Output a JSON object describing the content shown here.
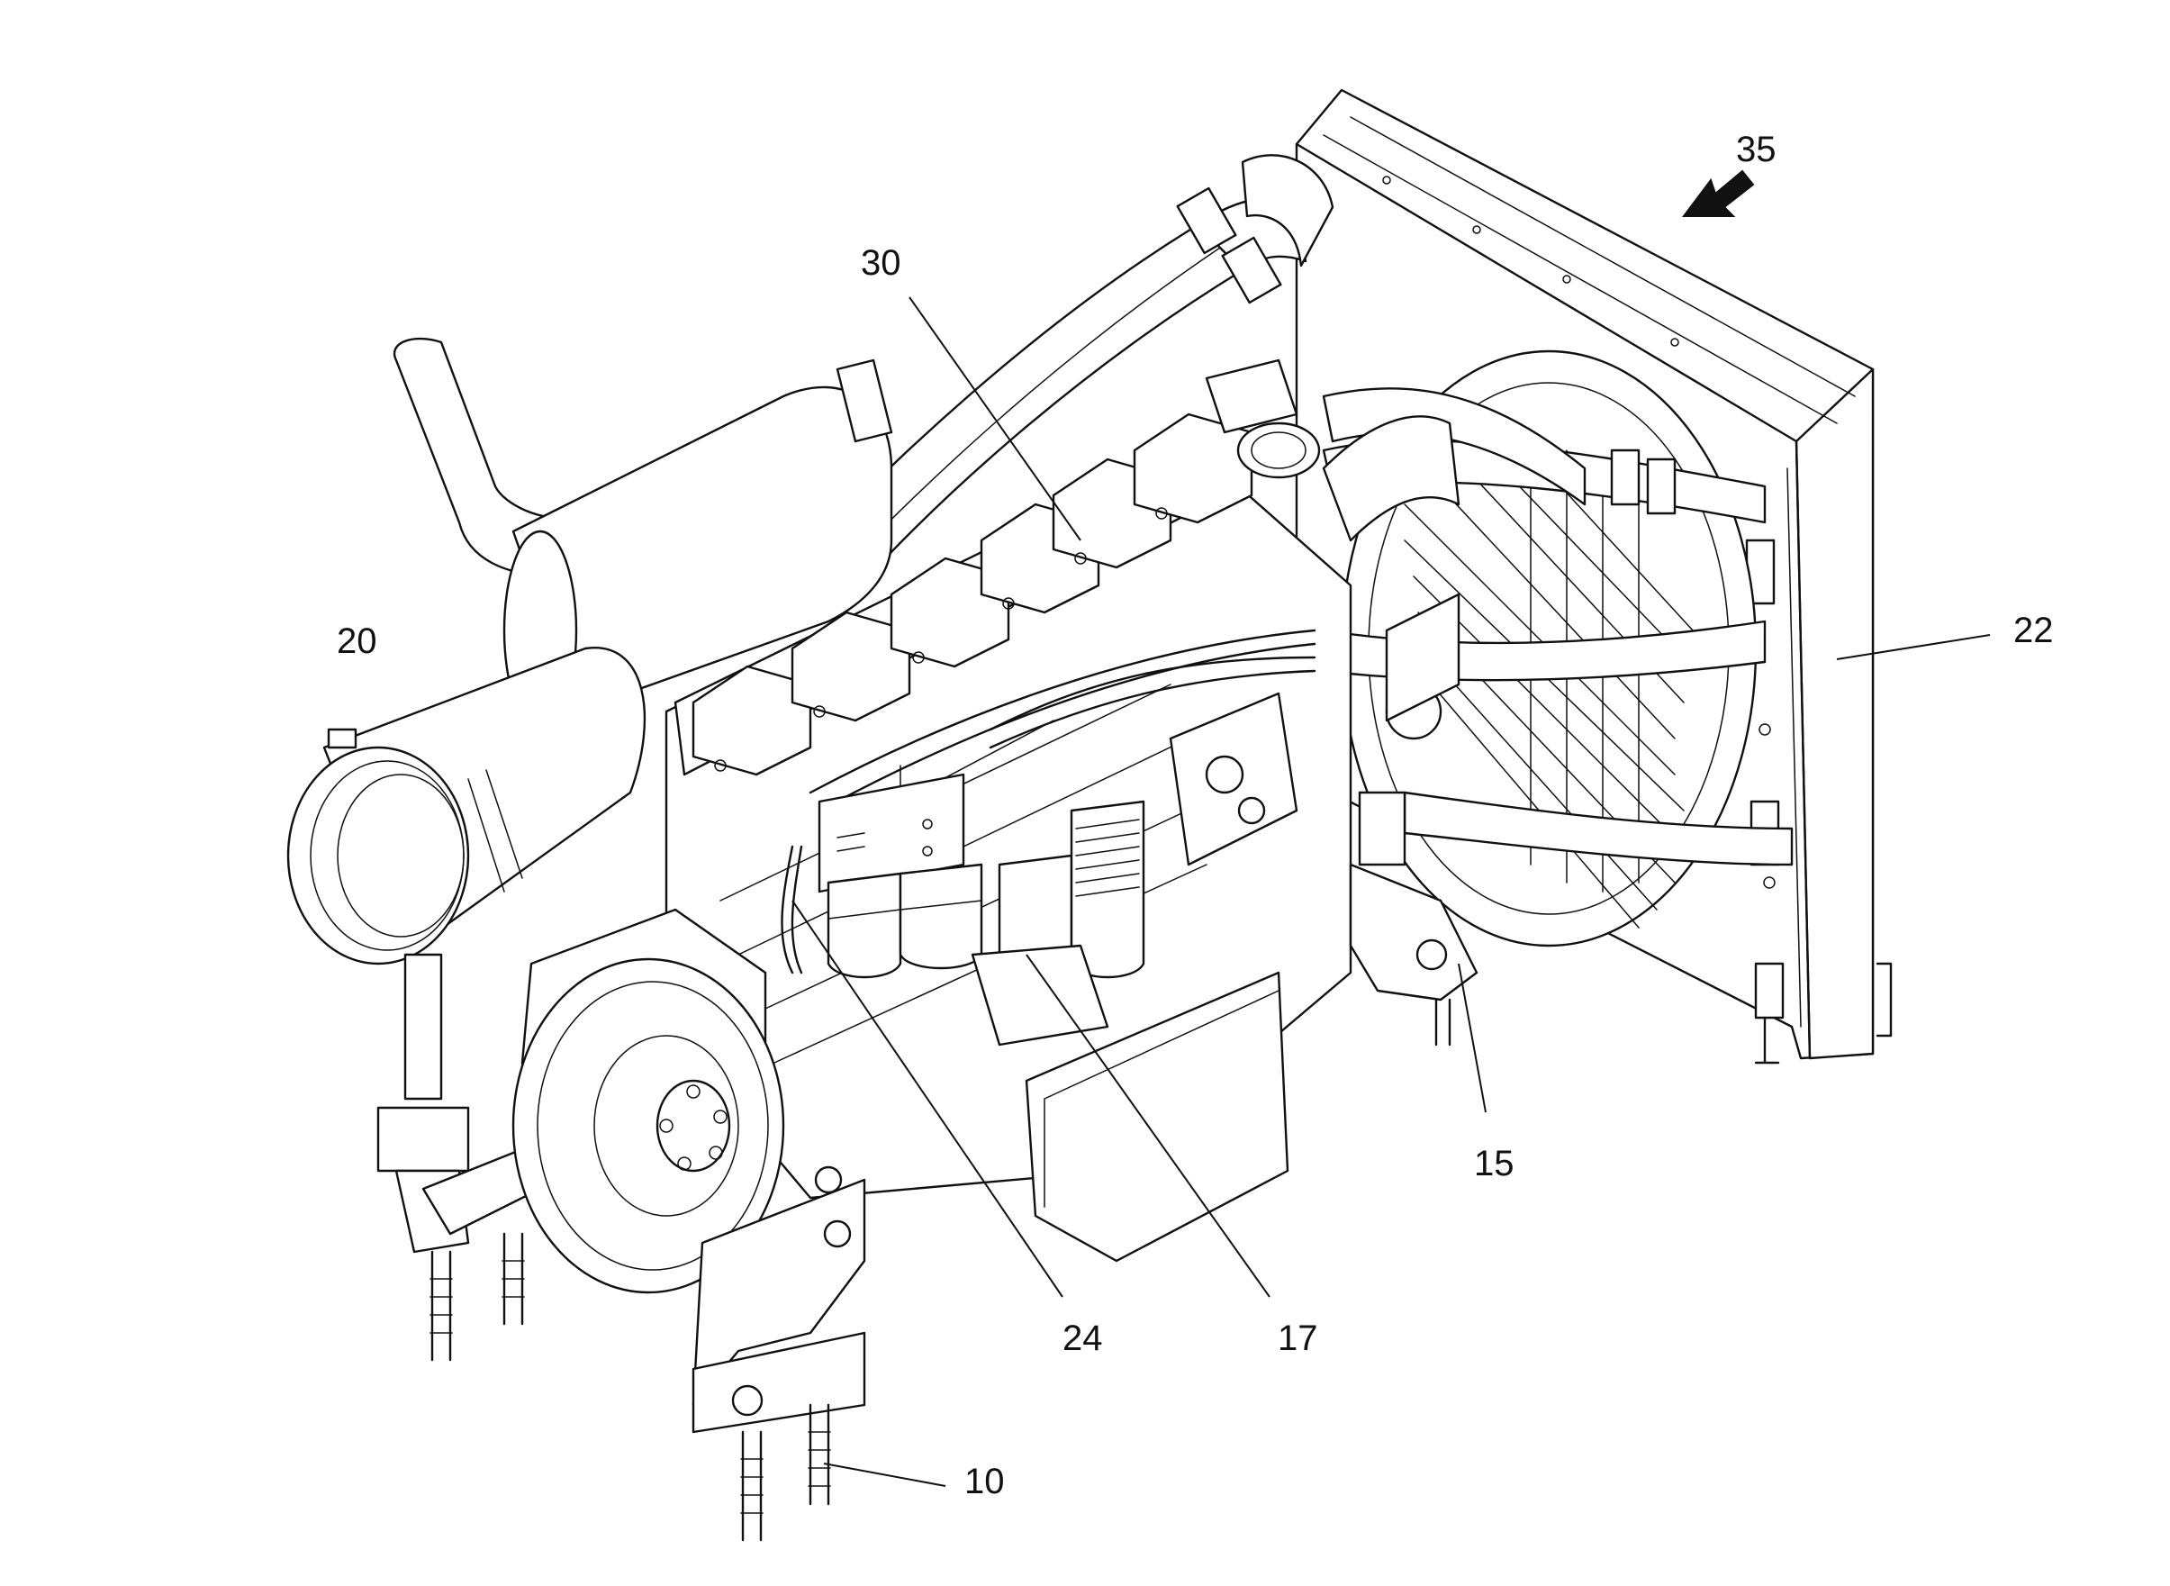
{
  "callouts": [
    {
      "id": "c10",
      "label": "10",
      "part": "engine-mount"
    },
    {
      "id": "c15",
      "label": "15",
      "part": "radiator-mount"
    },
    {
      "id": "c17",
      "label": "17",
      "part": "fuel-filter"
    },
    {
      "id": "c20",
      "label": "20",
      "part": "exhaust-silencer"
    },
    {
      "id": "c22",
      "label": "22",
      "part": "radiator"
    },
    {
      "id": "c24",
      "label": "24",
      "part": "wiring-harness"
    },
    {
      "id": "c30",
      "label": "30",
      "part": "cylinder-head-covers"
    },
    {
      "id": "c35",
      "label": "35",
      "part": "view-direction-arrow"
    }
  ],
  "colors": {
    "line": "#111111",
    "background": "#ffffff"
  }
}
